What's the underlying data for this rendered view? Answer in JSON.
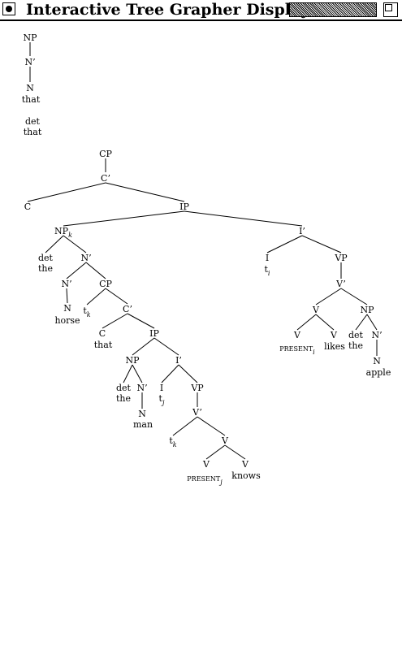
{
  "window": {
    "title": "Interactive Tree Grapher Display",
    "close_icon": "close-box-icon",
    "zoom_icon": "zoom-box-icon"
  },
  "tree": {
    "nodes": [
      {
        "id": "a_np",
        "text": "NP"
      },
      {
        "id": "a_nbar",
        "text": "N’"
      },
      {
        "id": "a_n",
        "text": "N"
      },
      {
        "id": "a_that",
        "text": "that"
      },
      {
        "id": "b_det",
        "text": "det"
      },
      {
        "id": "b_that",
        "text": "that"
      },
      {
        "id": "cp",
        "text": "CP"
      },
      {
        "id": "cbar",
        "text": "C’"
      },
      {
        "id": "c",
        "text": "C"
      },
      {
        "id": "ip",
        "text": "IP"
      },
      {
        "id": "np_k",
        "text": "NP",
        "sub": "k"
      },
      {
        "id": "ibar",
        "text": "I’"
      },
      {
        "id": "det1",
        "text": "det"
      },
      {
        "id": "the1",
        "text": "the"
      },
      {
        "id": "nbar1",
        "text": "N’"
      },
      {
        "id": "nbar2",
        "text": "N’"
      },
      {
        "id": "cp2",
        "text": "CP"
      },
      {
        "id": "n1",
        "text": "N"
      },
      {
        "id": "horse",
        "text": "horse"
      },
      {
        "id": "tk1",
        "text": "t",
        "sub": "k"
      },
      {
        "id": "cbar2",
        "text": "C’"
      },
      {
        "id": "c2",
        "text": "C"
      },
      {
        "id": "that2",
        "text": "that"
      },
      {
        "id": "ip2",
        "text": "IP"
      },
      {
        "id": "np2",
        "text": "NP"
      },
      {
        "id": "ibar2",
        "text": "I’"
      },
      {
        "id": "det2",
        "text": "det"
      },
      {
        "id": "the2",
        "text": "the"
      },
      {
        "id": "nbar3",
        "text": "N’"
      },
      {
        "id": "n2",
        "text": "N"
      },
      {
        "id": "man",
        "text": "man"
      },
      {
        "id": "i2",
        "text": "I"
      },
      {
        "id": "tj",
        "text": "t",
        "sub": "j"
      },
      {
        "id": "vp2",
        "text": "VP"
      },
      {
        "id": "vbar2",
        "text": "V’"
      },
      {
        "id": "tk2",
        "text": "t",
        "sub": "k"
      },
      {
        "id": "v2",
        "text": "V"
      },
      {
        "id": "v2a",
        "text": "V"
      },
      {
        "id": "present_j",
        "text": "PRESENT",
        "sub": "j"
      },
      {
        "id": "v2b",
        "text": "V"
      },
      {
        "id": "knows",
        "text": "knows"
      },
      {
        "id": "i1",
        "text": "I"
      },
      {
        "id": "ti",
        "text": "t",
        "sub": "i"
      },
      {
        "id": "vp1",
        "text": "VP"
      },
      {
        "id": "vbar1",
        "text": "V’"
      },
      {
        "id": "v1",
        "text": "V"
      },
      {
        "id": "np3",
        "text": "NP"
      },
      {
        "id": "v1a",
        "text": "V"
      },
      {
        "id": "present_i",
        "text": "PRESENT",
        "sub": "i"
      },
      {
        "id": "v1b",
        "text": "V"
      },
      {
        "id": "likes",
        "text": "likes"
      },
      {
        "id": "det3",
        "text": "det"
      },
      {
        "id": "the3",
        "text": "the"
      },
      {
        "id": "nbar4",
        "text": "N’"
      },
      {
        "id": "n3",
        "text": "N"
      },
      {
        "id": "apple",
        "text": "apple"
      }
    ]
  }
}
